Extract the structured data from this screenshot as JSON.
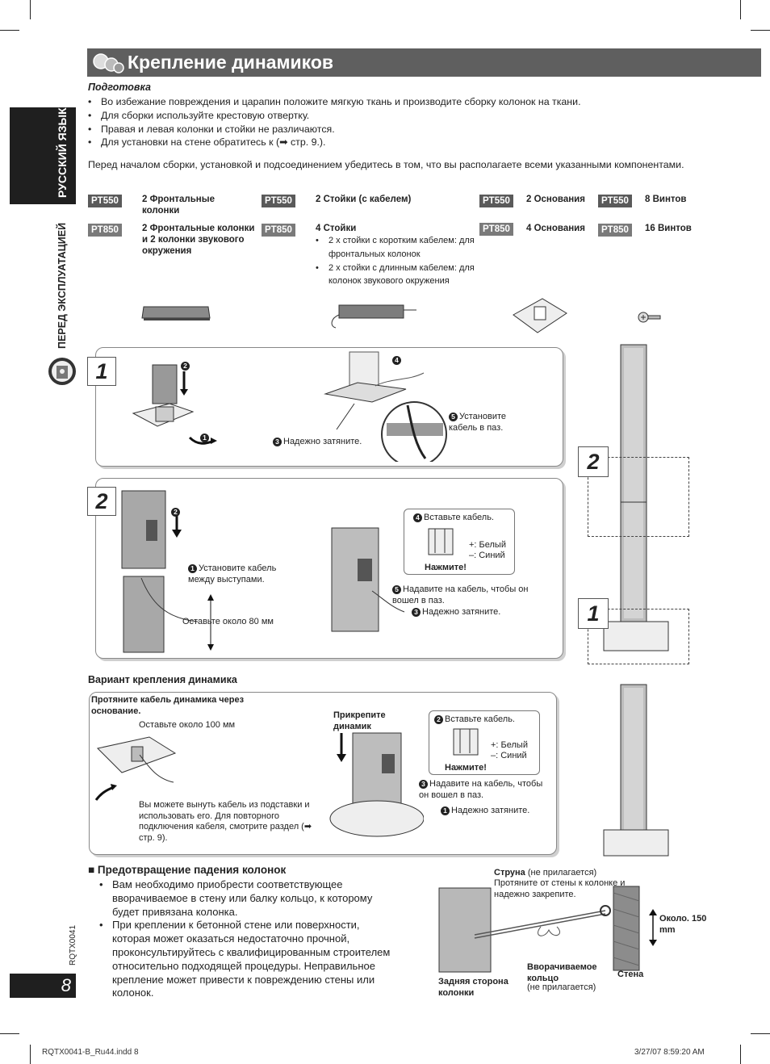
{
  "header": {
    "title": "Крепление динамиков"
  },
  "sidebar": {
    "language": "РУССКИЙ ЯЗЫК",
    "section": "ПЕРЕД ЭКСПЛУАТАЦИЕЙ",
    "doc_code": "RQTX0041",
    "page_number": "8"
  },
  "prep": {
    "heading": "Подготовка",
    "bullets": [
      "Во избежание повреждения и царапин положите мягкую ткань и производите сборку колонок на ткани.",
      "Для сборки используйте крестовую отвертку.",
      "Правая и левая колонки и стойки не различаются.",
      "Для установки на стене обратитесь к (➡ стр. 9.)."
    ],
    "intro": "Перед началом сборки, установкой и подсоединением убедитесь в том, что вы располагаете всеми указанными компонентами."
  },
  "parts": {
    "model_a": "PT550",
    "model_b": "PT850",
    "front_a": "2 Фронтальные колонки",
    "front_b": "2 Фронтальные колонки и 2 колонки звукового окружения",
    "stands_a": "2 Стойки (с кабелем)",
    "stands_b": "4 Стойки",
    "stands_b_items": [
      "2 х стойки с коротким кабелем: для фронтальных колонок",
      "2 х стойки с длинным кабелем: для колонок звукового окружения"
    ],
    "bases_a": "2 Основания",
    "bases_b": "4 Основания",
    "screws_a": "8 Винтов",
    "screws_b": "16 Винтов"
  },
  "step1": {
    "number": "1",
    "tighten": "Надежно затяните.",
    "cable_groove": "Установите кабель в паз.",
    "n1": "1",
    "n2": "2",
    "n3": "3",
    "n4": "4",
    "n5": "5"
  },
  "step2": {
    "number": "2",
    "set_cable": "Установите кабель между выступами.",
    "leave_80": "Оставьте около 80 мм",
    "insert_cable": "Вставьте кабель.",
    "white": "+: Белый",
    "blue": "–: Синий",
    "press": "Нажмите!",
    "press_cable": "Надавите на кабель, чтобы он вошел в паз.",
    "tighten": "Надежно затяните.",
    "n1": "1",
    "n2": "2",
    "n3": "3",
    "n4": "4",
    "n5": "5"
  },
  "variant": {
    "heading": "Вариант крепления динамика",
    "pass_cable": "Протяните кабель динамика через основание.",
    "leave_100": "Оставьте около 100 мм",
    "attach": "Прикрепите динамик",
    "insert_cable": "Вставьте кабель.",
    "white": "+: Белый",
    "blue": "–: Синий",
    "press": "Нажмите!",
    "press_cable": "Надавите на кабель, чтобы он вошел в паз.",
    "tighten": "Надежно затяните.",
    "remove_note": "Вы можете вынуть кабель из подставки и использовать его. Для повторного подключения кабеля, смотрите раздел (➡ стр. 9).",
    "n1": "1",
    "n2": "2",
    "n3": "3"
  },
  "tower": {
    "step_a": "2",
    "step_b": "1"
  },
  "prevention": {
    "heading": "■ Предотвращение падения колонок",
    "bullets": [
      "Вам необходимо приобрести соответствующее вворачиваемое в стену или балку кольцо, к которому будет привязана колонка.",
      "При креплении к бетонной стене или поверхности, которая может оказаться недостаточно прочной, проконсультируйтесь с квалифицированным строителем относительно подходящей процедуры. Неправильное крепление может привести к повреждению стены или колонок."
    ],
    "string_label": "Струна",
    "string_note": "(не прилагается)",
    "string_desc": "Протяните от стены к колонке и надежно закрепите.",
    "approx": "Около. 150 mm",
    "ring_label": "Вворачиваемое кольцо",
    "ring_note": "(не прилагается)",
    "wall": "Стена",
    "rear": "Задняя сторона колонки"
  },
  "footer": {
    "file": "RQTX0041-B_Ru44.indd   8",
    "date": "3/27/07   8:59:20 AM"
  }
}
